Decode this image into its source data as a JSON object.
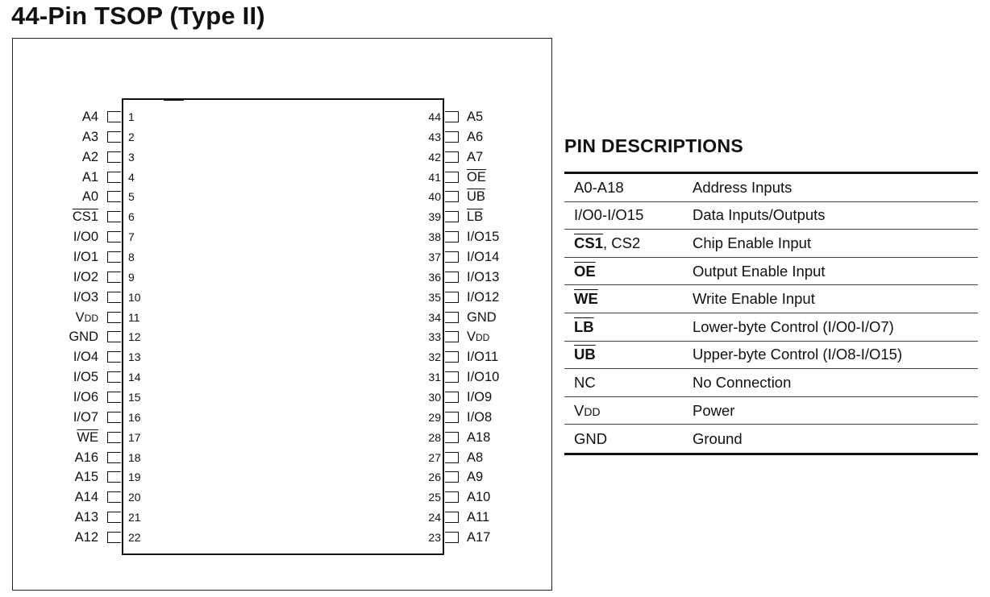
{
  "title": "44-Pin TSOP (Type II)",
  "pinout": {
    "left_pins": [
      {
        "num": "1",
        "name": "A4",
        "bar": false
      },
      {
        "num": "2",
        "name": "A3",
        "bar": false
      },
      {
        "num": "3",
        "name": "A2",
        "bar": false
      },
      {
        "num": "4",
        "name": "A1",
        "bar": false
      },
      {
        "num": "5",
        "name": "A0",
        "bar": false
      },
      {
        "num": "6",
        "name": "CS1",
        "bar": true
      },
      {
        "num": "7",
        "name": "I/O0",
        "bar": false
      },
      {
        "num": "8",
        "name": "I/O1",
        "bar": false
      },
      {
        "num": "9",
        "name": "I/O2",
        "bar": false
      },
      {
        "num": "10",
        "name": "I/O3",
        "bar": false
      },
      {
        "num": "11",
        "name": "VDD",
        "bar": false
      },
      {
        "num": "12",
        "name": "GND",
        "bar": false
      },
      {
        "num": "13",
        "name": "I/O4",
        "bar": false
      },
      {
        "num": "14",
        "name": "I/O5",
        "bar": false
      },
      {
        "num": "15",
        "name": "I/O6",
        "bar": false
      },
      {
        "num": "16",
        "name": "I/O7",
        "bar": false
      },
      {
        "num": "17",
        "name": "WE",
        "bar": true
      },
      {
        "num": "18",
        "name": "A16",
        "bar": false
      },
      {
        "num": "19",
        "name": "A15",
        "bar": false
      },
      {
        "num": "20",
        "name": "A14",
        "bar": false
      },
      {
        "num": "21",
        "name": "A13",
        "bar": false
      },
      {
        "num": "22",
        "name": "A12",
        "bar": false
      }
    ],
    "right_pins": [
      {
        "num": "44",
        "name": "A5",
        "bar": false
      },
      {
        "num": "43",
        "name": "A6",
        "bar": false
      },
      {
        "num": "42",
        "name": "A7",
        "bar": false
      },
      {
        "num": "41",
        "name": "OE",
        "bar": true
      },
      {
        "num": "40",
        "name": "UB",
        "bar": true
      },
      {
        "num": "39",
        "name": "LB",
        "bar": true
      },
      {
        "num": "38",
        "name": "I/O15",
        "bar": false
      },
      {
        "num": "37",
        "name": "I/O14",
        "bar": false
      },
      {
        "num": "36",
        "name": "I/O13",
        "bar": false
      },
      {
        "num": "35",
        "name": "I/O12",
        "bar": false
      },
      {
        "num": "34",
        "name": "GND",
        "bar": false
      },
      {
        "num": "33",
        "name": "VDD",
        "bar": false
      },
      {
        "num": "32",
        "name": "I/O11",
        "bar": false
      },
      {
        "num": "31",
        "name": "I/O10",
        "bar": false
      },
      {
        "num": "30",
        "name": "I/O9",
        "bar": false
      },
      {
        "num": "29",
        "name": "I/O8",
        "bar": false
      },
      {
        "num": "28",
        "name": "A18",
        "bar": false
      },
      {
        "num": "27",
        "name": "A8",
        "bar": false
      },
      {
        "num": "26",
        "name": "A9",
        "bar": false
      },
      {
        "num": "25",
        "name": "A10",
        "bar": false
      },
      {
        "num": "24",
        "name": "A11",
        "bar": false
      },
      {
        "num": "23",
        "name": "A17",
        "bar": false
      }
    ]
  },
  "pin_descriptions": {
    "title": "PIN DESCRIPTIONS",
    "rows": [
      {
        "symbol": "A0-A18",
        "desc": "Address  Inputs"
      },
      {
        "symbol": "I/O0-I/O15",
        "desc": "Data Inputs/Outputs"
      },
      {
        "symbol": "CS1, CS2",
        "desc": "Chip Enable Input"
      },
      {
        "symbol": "OE",
        "desc": "Output Enable Input"
      },
      {
        "symbol": "WE",
        "desc": "Write Enable Input"
      },
      {
        "symbol": "LB",
        "desc": "Lower-byte Control (I/O0-I/O7)"
      },
      {
        "symbol": "UB",
        "desc": "Upper-byte Control (I/O8-I/O15)"
      },
      {
        "symbol": "NC",
        "desc": "No Connection"
      },
      {
        "symbol": "VDD",
        "desc": "Power"
      },
      {
        "symbol": "GND",
        "desc": "Ground"
      }
    ]
  }
}
